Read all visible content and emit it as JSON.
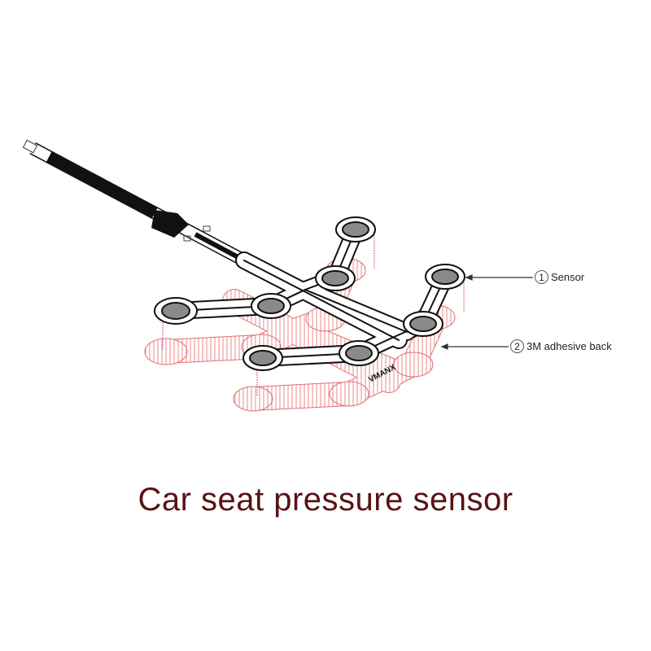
{
  "title": "Car seat pressure sensor",
  "callouts": [
    {
      "number": "1",
      "label": "Sensor"
    },
    {
      "number": "2",
      "label": "3M adhesive back"
    }
  ],
  "brand_mark": "VMANX",
  "colors": {
    "title": "#5a1212",
    "shadow_hatch": "#e87a7a",
    "pad": "#8a8a8a"
  }
}
